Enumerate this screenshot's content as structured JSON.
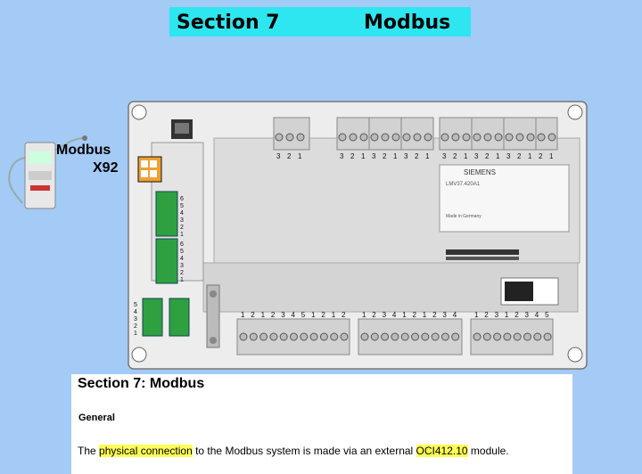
{
  "header": {
    "section_label": "Section 7",
    "topic_label": "Modbus"
  },
  "diagram": {
    "modbus_label": "Modbus",
    "port_label": "X92",
    "brand": "SIEMENS",
    "model": "LMV37.420A1",
    "made_in": "Made in Germany",
    "top_terminal_groups": [
      [
        "3",
        "2",
        "1"
      ],
      [
        "3",
        "2",
        "1"
      ],
      [
        "3",
        "2",
        "1"
      ],
      [
        "3",
        "2",
        "1"
      ],
      [
        "3",
        "2",
        "1"
      ],
      [
        "3",
        "2",
        "1"
      ],
      [
        "3",
        "2",
        "1"
      ],
      [
        "2",
        "1"
      ]
    ],
    "bottom_terminal_groups": [
      [
        "1",
        "2",
        "1",
        "2",
        "3",
        "4",
        "5",
        "1",
        "2",
        "1",
        "2"
      ],
      [
        "1",
        "2",
        "3",
        "4",
        "1",
        "2",
        "1",
        "2",
        "3",
        "4"
      ],
      [
        "1",
        "2",
        "3",
        "1",
        "2",
        "3",
        "4",
        "5"
      ]
    ],
    "left_terminal_labels_a": [
      "6",
      "5",
      "4",
      "3",
      "2",
      "1"
    ],
    "left_terminal_labels_b": [
      "6",
      "5",
      "4",
      "3",
      "2",
      "1"
    ],
    "left_terminal_labels_c": [
      "5",
      "4",
      "3",
      "2",
      "1"
    ]
  },
  "text_panel": {
    "heading": "Section 7:  Modbus",
    "subheading": "General",
    "body_pre": "The ",
    "body_hl1": "physical connection",
    "body_mid": " to the Modbus system is made via an external ",
    "body_hl2": "OCI412.10",
    "body_post": " module."
  }
}
